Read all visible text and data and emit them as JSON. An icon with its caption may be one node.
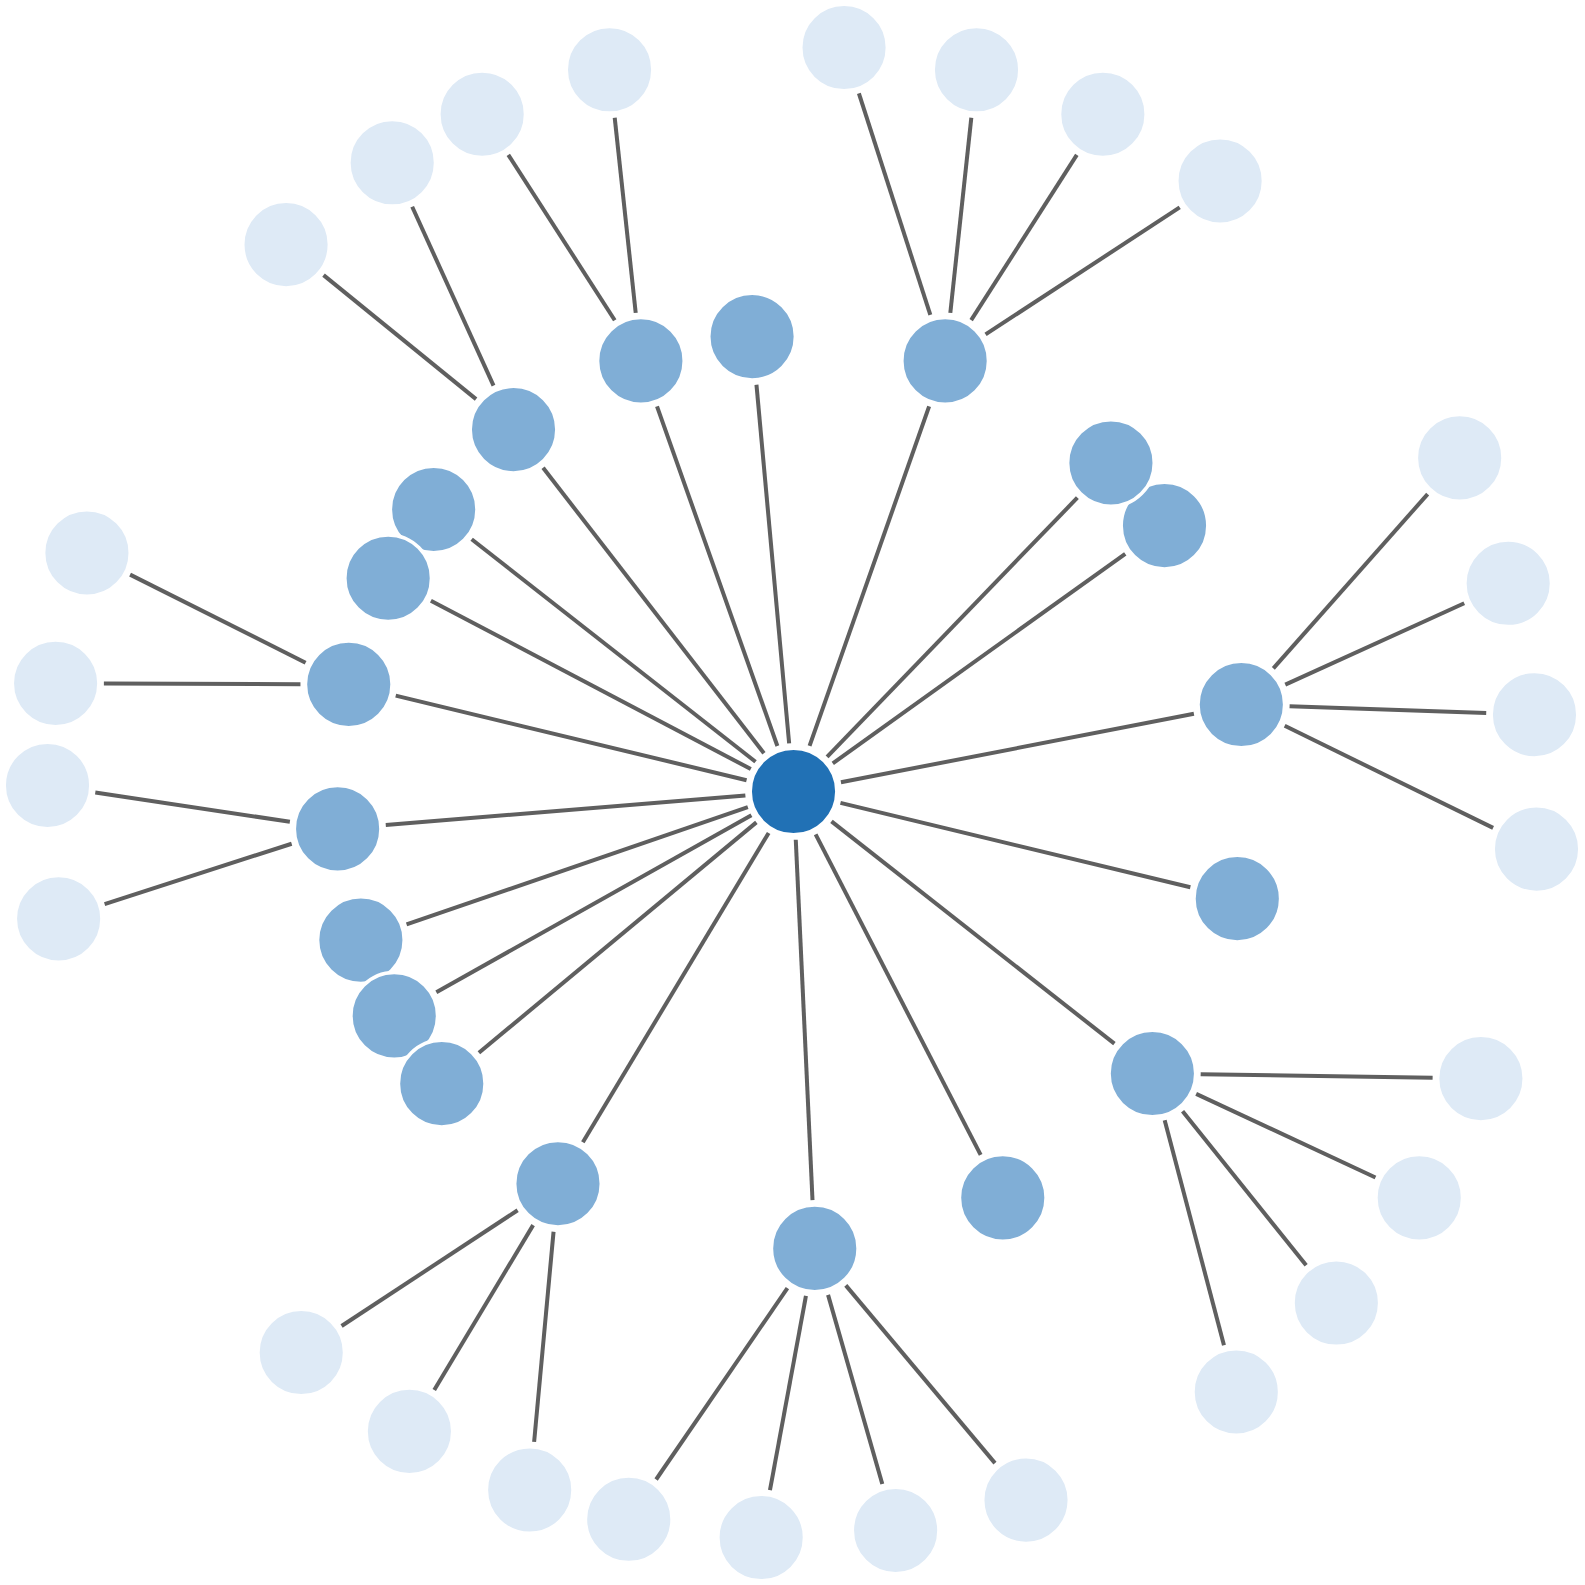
{
  "diagram": {
    "nodes": [
      {
        "text": [],
        "shape": "circle"
      },
      {
        "text": [],
        "shape": "circle"
      },
      {
        "text": [],
        "shape": "circle"
      },
      {
        "text": [],
        "shape": "circle"
      },
      {
        "text": [],
        "shape": "circle"
      },
      {
        "text": [],
        "shape": "circle"
      },
      {
        "text": [],
        "shape": "circle"
      },
      {
        "text": [],
        "shape": "circle"
      },
      {
        "text": [],
        "shape": "circle"
      },
      {
        "text": [],
        "shape": "circle"
      },
      {
        "text": [],
        "shape": "circle"
      },
      {
        "text": [],
        "shape": "circle"
      },
      {
        "text": [],
        "shape": "circle"
      },
      {
        "text": [],
        "shape": "circle"
      },
      {
        "text": [],
        "shape": "circle"
      },
      {
        "text": [],
        "shape": "circle"
      },
      {
        "text": [],
        "shape": "circle"
      },
      {
        "text": [],
        "shape": "circle"
      },
      {
        "text": [],
        "shape": "circle"
      },
      {
        "text": [],
        "shape": "circle"
      },
      {
        "text": [],
        "shape": "circle"
      },
      {
        "text": [],
        "shape": "circle"
      },
      {
        "text": [],
        "shape": "circle"
      },
      {
        "text": [],
        "shape": "circle"
      },
      {
        "text": [],
        "shape": "circle"
      },
      {
        "text": [],
        "shape": "circle"
      },
      {
        "text": [],
        "shape": "circle"
      },
      {
        "text": [],
        "shape": "circle"
      },
      {
        "text": [],
        "shape": "circle"
      },
      {
        "text": [],
        "shape": "circle"
      },
      {
        "text": [],
        "shape": "circle"
      },
      {
        "text": [],
        "shape": "circle"
      },
      {
        "text": [],
        "shape": "circle"
      },
      {
        "text": [],
        "shape": "circle"
      },
      {
        "text": [],
        "shape": "circle"
      },
      {
        "text": [],
        "shape": "circle"
      },
      {
        "text": [],
        "shape": "circle"
      },
      {
        "text": [],
        "shape": "circle"
      },
      {
        "text": [],
        "shape": "circle"
      },
      {
        "text": [],
        "shape": "circle"
      },
      {
        "text": [],
        "shape": "circle"
      },
      {
        "text": [],
        "shape": "circle"
      },
      {
        "text": [],
        "shape": "circle"
      },
      {
        "text": [],
        "shape": "circle"
      },
      {
        "text": [],
        "shape": "circle"
      },
      {
        "text": [],
        "shape": "circle"
      },
      {
        "text": [],
        "shape": "circle"
      }
    ],
    "edges": [
      {
        "from": 0,
        "to": 1,
        "arrow": "none"
      },
      {
        "from": 0,
        "to": 2,
        "arrow": "none"
      },
      {
        "from": 0,
        "to": 3,
        "arrow": "none"
      },
      {
        "from": 0,
        "to": 4,
        "arrow": "none"
      },
      {
        "from": 0,
        "to": 5,
        "arrow": "none"
      },
      {
        "from": 0,
        "to": 6,
        "arrow": "none"
      },
      {
        "from": 0,
        "to": 7,
        "arrow": "none"
      },
      {
        "from": 0,
        "to": 8,
        "arrow": "none"
      },
      {
        "from": 0,
        "to": 9,
        "arrow": "none"
      },
      {
        "from": 0,
        "to": 10,
        "arrow": "none"
      },
      {
        "from": 0,
        "to": 11,
        "arrow": "none"
      },
      {
        "from": 0,
        "to": 12,
        "arrow": "none"
      },
      {
        "from": 0,
        "to": 13,
        "arrow": "none"
      },
      {
        "from": 0,
        "to": 14,
        "arrow": "none"
      },
      {
        "from": 0,
        "to": 15,
        "arrow": "none"
      },
      {
        "from": 0,
        "to": 16,
        "arrow": "none"
      },
      {
        "from": 0,
        "to": 17,
        "arrow": "none"
      },
      {
        "from": 0,
        "to": 18,
        "arrow": "none"
      },
      {
        "from": 0,
        "to": 19,
        "arrow": "none"
      },
      {
        "from": 1,
        "to": 20,
        "arrow": "none"
      },
      {
        "from": 1,
        "to": 21,
        "arrow": "none"
      },
      {
        "from": 2,
        "to": 22,
        "arrow": "none"
      },
      {
        "from": 2,
        "to": 23,
        "arrow": "none"
      },
      {
        "from": 4,
        "to": 24,
        "arrow": "none"
      },
      {
        "from": 4,
        "to": 25,
        "arrow": "none"
      },
      {
        "from": 4,
        "to": 26,
        "arrow": "none"
      },
      {
        "from": 4,
        "to": 27,
        "arrow": "none"
      },
      {
        "from": 7,
        "to": 28,
        "arrow": "none"
      },
      {
        "from": 7,
        "to": 29,
        "arrow": "none"
      },
      {
        "from": 7,
        "to": 30,
        "arrow": "none"
      },
      {
        "from": 7,
        "to": 31,
        "arrow": "none"
      },
      {
        "from": 9,
        "to": 32,
        "arrow": "none"
      },
      {
        "from": 9,
        "to": 33,
        "arrow": "none"
      },
      {
        "from": 9,
        "to": 34,
        "arrow": "none"
      },
      {
        "from": 9,
        "to": 35,
        "arrow": "none"
      },
      {
        "from": 11,
        "to": 36,
        "arrow": "none"
      },
      {
        "from": 11,
        "to": 37,
        "arrow": "none"
      },
      {
        "from": 11,
        "to": 38,
        "arrow": "none"
      },
      {
        "from": 11,
        "to": 39,
        "arrow": "none"
      },
      {
        "from": 12,
        "to": 40,
        "arrow": "none"
      },
      {
        "from": 12,
        "to": 41,
        "arrow": "none"
      },
      {
        "from": 12,
        "to": 42,
        "arrow": "none"
      },
      {
        "from": 16,
        "to": 43,
        "arrow": "none"
      },
      {
        "from": 16,
        "to": 44,
        "arrow": "none"
      },
      {
        "from": 17,
        "to": 45,
        "arrow": "none"
      },
      {
        "from": 17,
        "to": 46,
        "arrow": "none"
      }
    ]
  }
}
